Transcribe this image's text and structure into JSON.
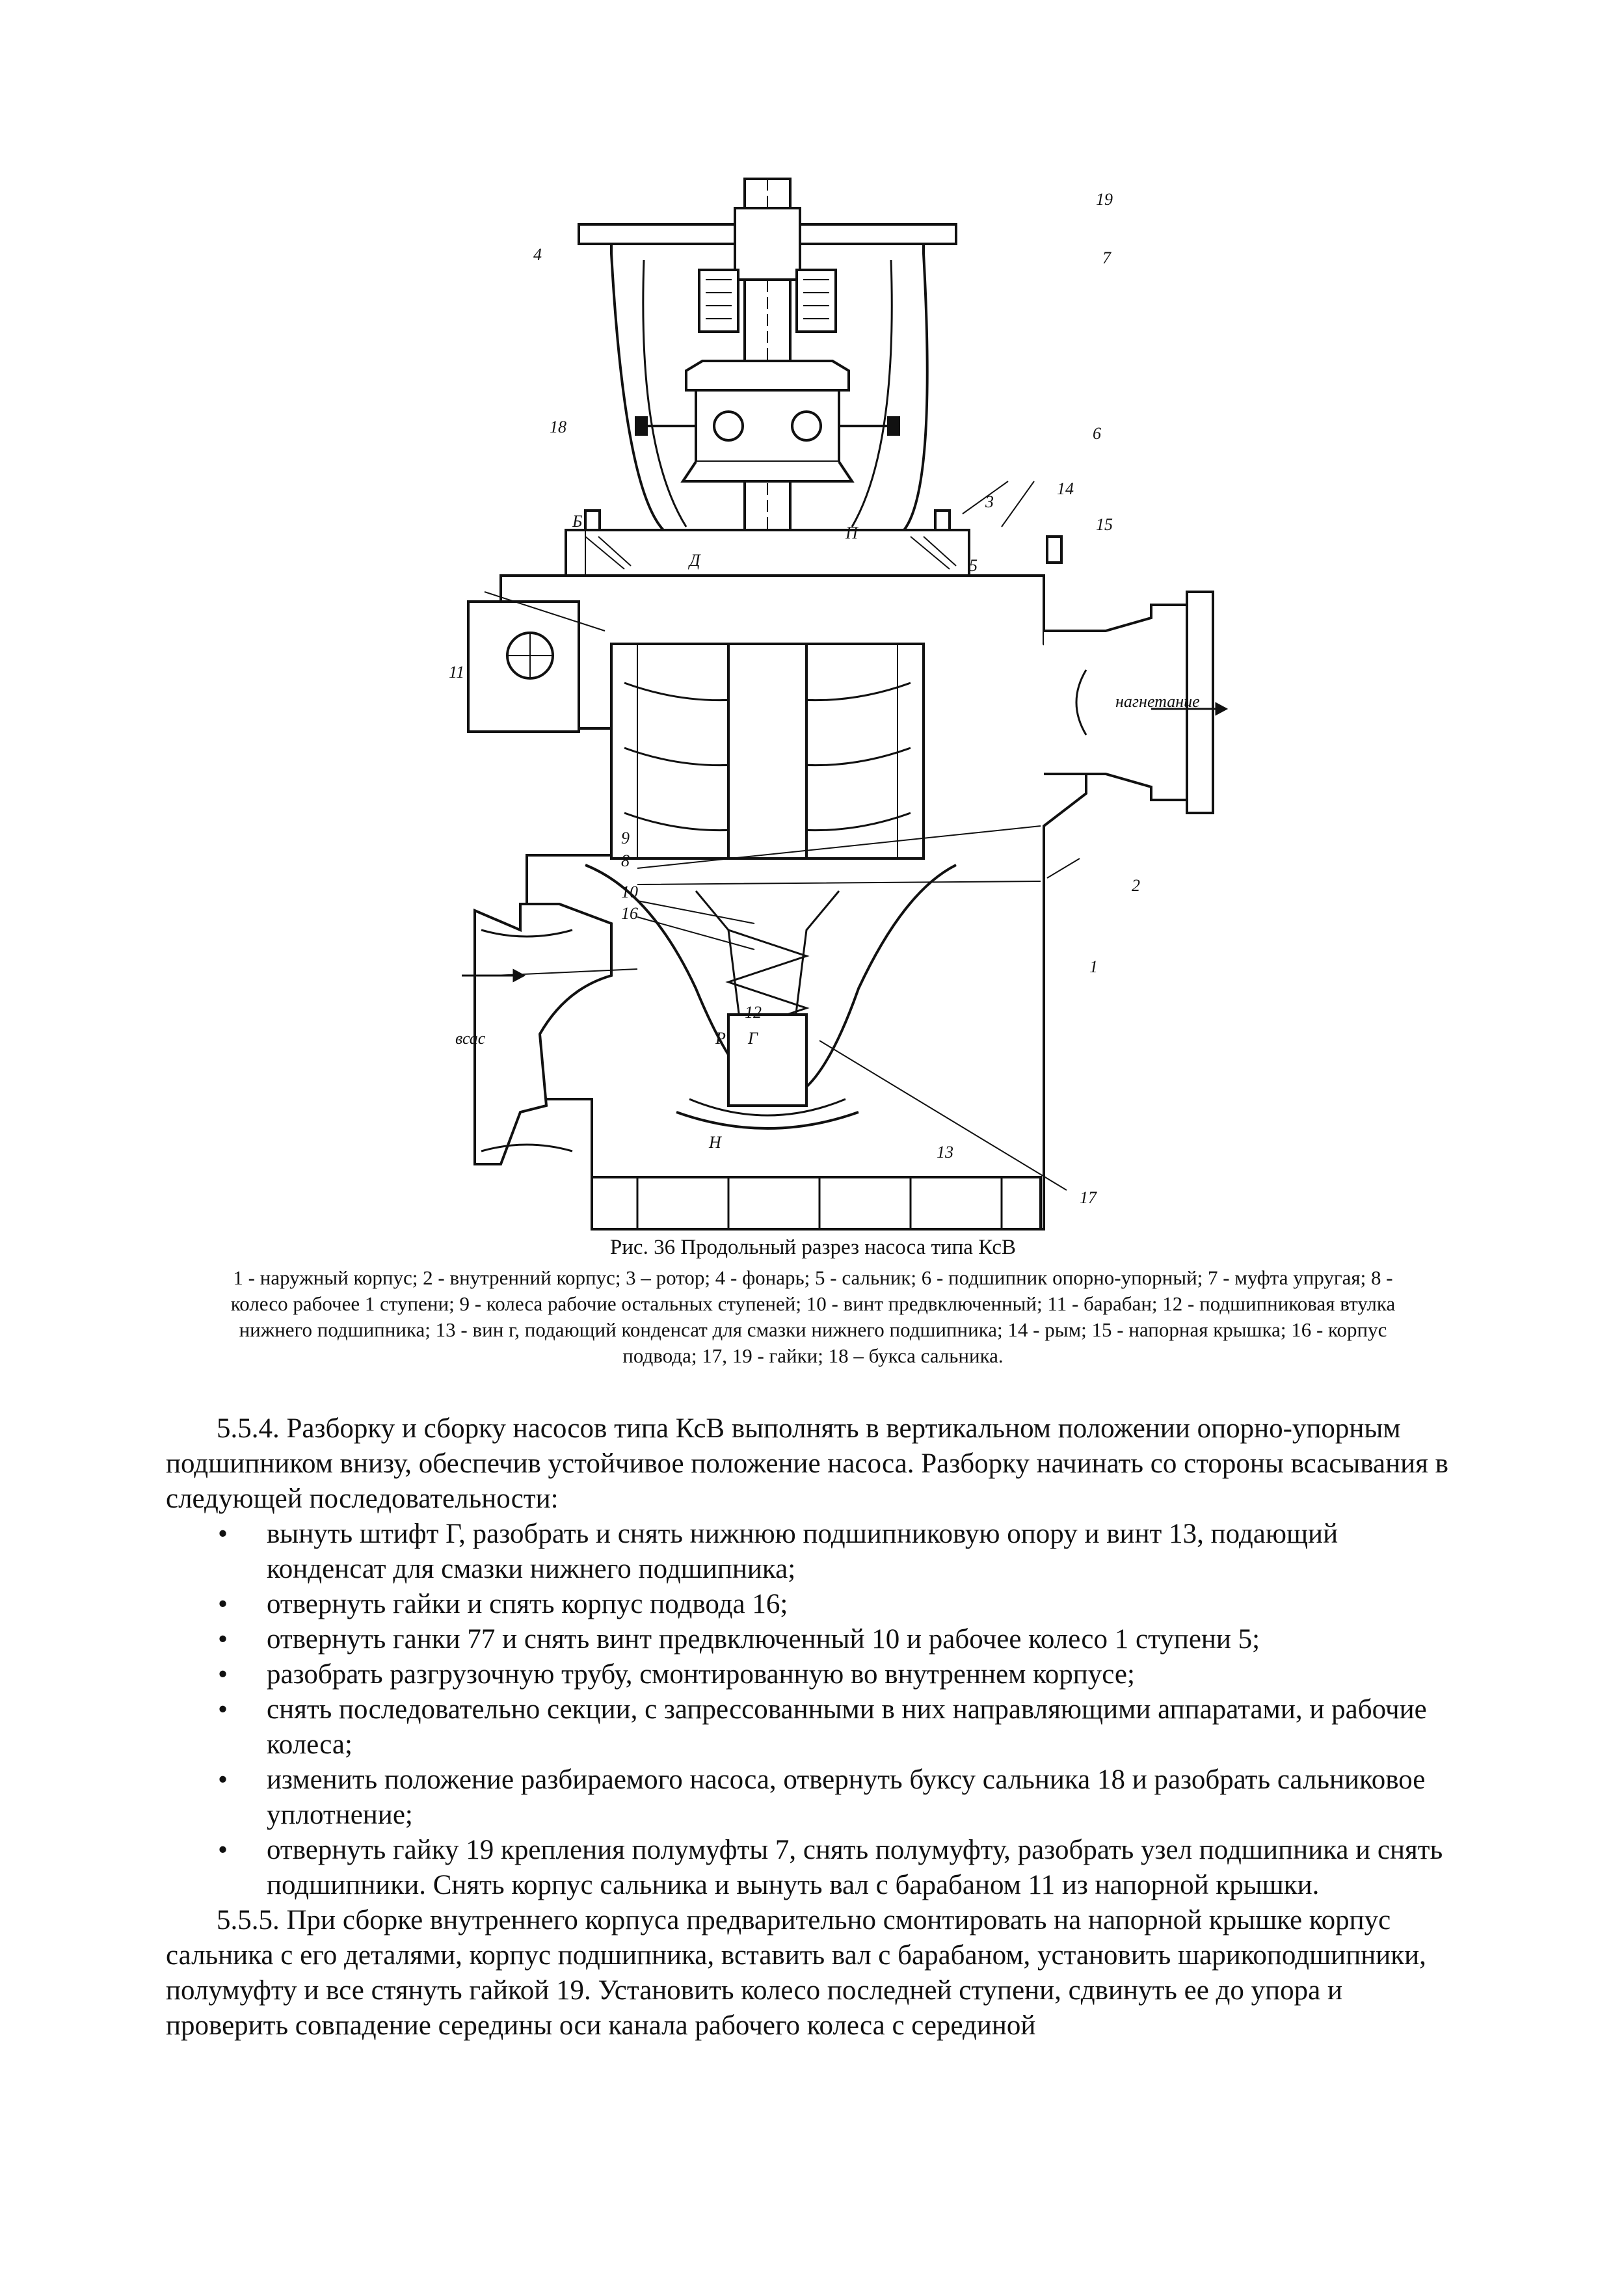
{
  "figure": {
    "labels": {
      "n19": "19",
      "n4": "4",
      "n7": "7",
      "n18": "18",
      "n6": "6",
      "b": "Б",
      "d": "Д",
      "n14": "14",
      "n15": "15",
      "n3": "3",
      "p": "П",
      "n5": "5",
      "n11": "11",
      "outlet": "нагнетание",
      "n9": "9",
      "n8": "8",
      "n2": "2",
      "n10": "10",
      "n16": "16",
      "n1": "1",
      "n12": "12",
      "r": "Р",
      "g": "Г",
      "inlet": "всас",
      "h": "Н",
      "n13": "13",
      "n17": "17"
    },
    "caption_title": "Рис. 36 Продольный разрез насоса типа КсВ",
    "caption_legend": "1 - наружный корпус; 2 - внутренний корпус; 3 – ротор; 4 - фонарь; 5 - сальник; 6 - подшипник опорно-упорный; 7 - муфта упругая; 8 - колесо рабочее 1 ступени; 9 - колеса рабочие остальных ступеней; 10 - винт предвключенный; 11 - барабан; 12 - подшипниковая втулка нижнего подшипника; 13 - вин г, подающий конденсат для смазки нижнего подшипника; 14 - рым; 15 - напорная крышка; 16 - корпус подвода; 17, 19 - гайки; 18 – букса сальника."
  },
  "text": {
    "p554": "5.5.4. Разборку и сборку насосов типа КсВ выполнять в вертикальном положении опорно-упорным подшипником внизу, обеспечив устойчивое положение насоса. Разборку начинать со стороны всасывания в следующей последовательности:",
    "bullet_char": "•",
    "bullets": [
      "вынуть штифт Г, разобрать и снять нижнюю подшипниковую опору и винт 13, подающий конденсат для смазки нижнего подшипника;",
      "отвернуть гайки и спять корпус подвода 16;",
      "отвернуть ганки 77 и снять винт предвключенный 10 и рабочее колесо 1 ступени 5;",
      "разобрать разгрузочную трубу, смонтированную во внутреннем корпусе;",
      "снять последовательно секции, с запрессованными в них направляющими аппаратами, и рабочие колеса;",
      "изменить положение разбираемого насоса, отвернуть буксу сальника 18 и разобрать сальниковое уплотнение;",
      "отвернуть гайку 19 крепления полумуфты 7, снять полумуфту, разобрать узел подшипника и снять подшипники. Снять корпус сальника и вынуть вал с барабаном 11 из напорной крышки."
    ],
    "p555": "5.5.5. При сборке внутреннего корпуса предварительно смонтировать на напорной крышке корпус сальника с его деталями, корпус подшипника, вставить вал с барабаном, установить шарикоподшипники, полумуфту и все стянуть гайкой 19. Установить колесо последней ступени, сдвинуть ее до упора и проверить совпадение середины оси канала рабочего колеса с серединой"
  }
}
